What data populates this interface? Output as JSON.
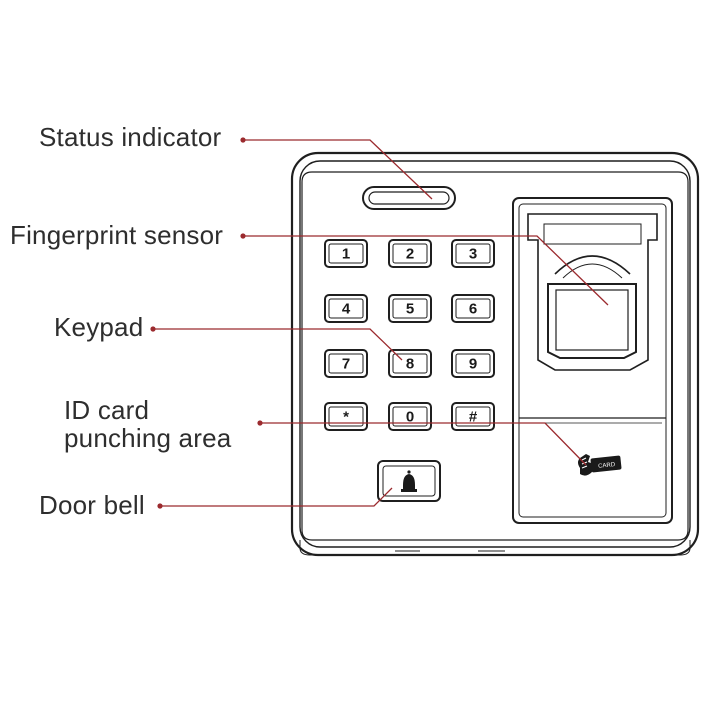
{
  "callouts": {
    "status_indicator": "Status indicator",
    "fingerprint_sensor": "Fingerprint sensor",
    "keypad": "Keypad",
    "id_card_line1": "ID card",
    "id_card_line2": "punching area",
    "door_bell": "Door bell"
  },
  "keypad": {
    "keys": [
      "1",
      "2",
      "3",
      "4",
      "5",
      "6",
      "7",
      "8",
      "9",
      "*",
      "0",
      "#"
    ]
  },
  "card_reader": {
    "card_label": "CARD"
  },
  "colors": {
    "leader_line": "#9b2a2e",
    "device_outline": "#1f1f1f",
    "device_fill": "#ffffff"
  }
}
